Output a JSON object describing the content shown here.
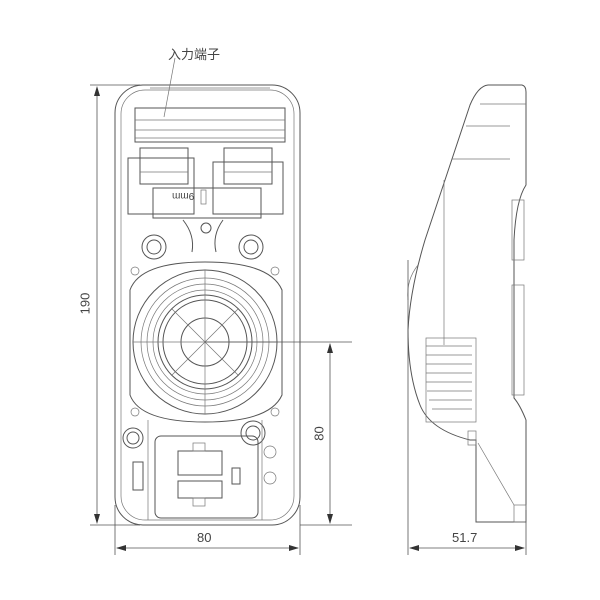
{
  "drawing": {
    "callout_label": "入力端子",
    "inner_label": "9mm",
    "dimensions": {
      "height": "190",
      "width": "80",
      "fan_offset": "80",
      "depth": "51.7"
    },
    "views": [
      "front-view",
      "side-view"
    ]
  }
}
